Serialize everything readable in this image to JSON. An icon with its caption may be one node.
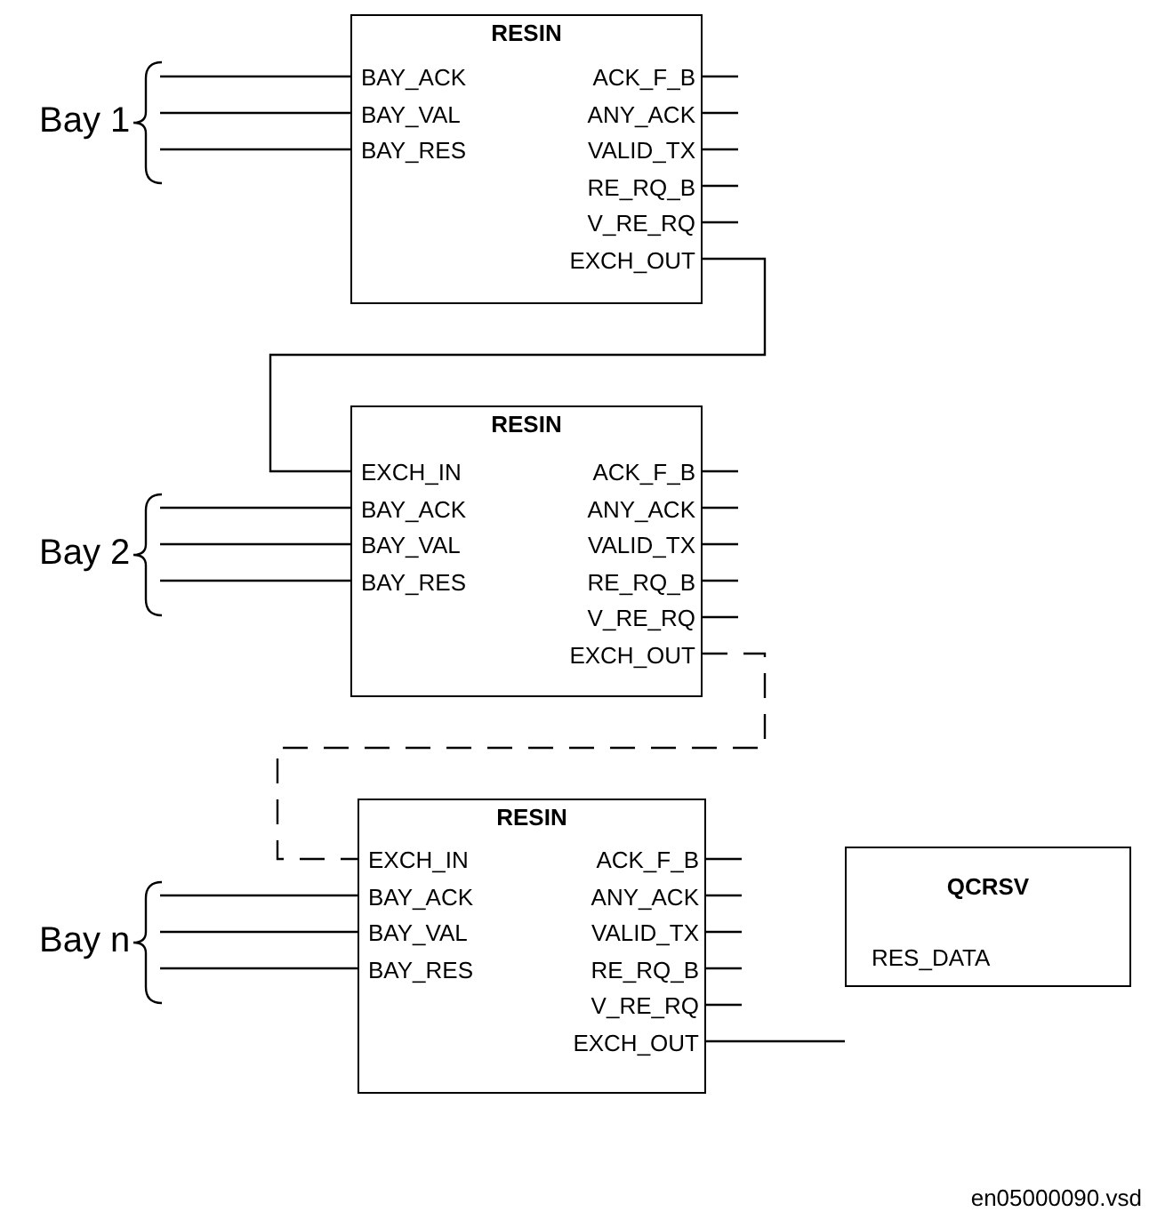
{
  "diagram": {
    "nodes": [
      {
        "text": [
          "RESIN",
          "BAY_ACK",
          "ACK_F_B",
          "BAY_VAL",
          "ANY_ACK",
          "BAY_RES",
          "VALID_TX",
          "RE_RQ_B",
          "V_RE_RQ",
          "EXCH_OUT"
        ]
      },
      {
        "text": [
          "Bay 1"
        ]
      },
      {
        "text": [
          "RESIN",
          "EXCH_IN",
          "ACK_F_B",
          "BAY_ACK",
          "ANY_ACK",
          "BAY_VAL",
          "VALID_TX",
          "BAY_RES",
          "RE_RQ_B",
          "V_RE_RQ",
          "EXCH_OUT"
        ]
      },
      {
        "text": [
          "Bay 2"
        ]
      },
      {
        "text": [
          "RESIN",
          "EXCH_IN",
          "ACK_F_B",
          "BAY_ACK",
          "ANY_ACK",
          "BAY_VAL",
          "VALID_TX",
          "BAY_RES",
          "RE_RQ_B",
          "V_RE_RQ",
          "EXCH_OUT"
        ]
      },
      {
        "text": [
          "Bay n"
        ]
      },
      {
        "text": [
          "QCRSV",
          "RES_DATA"
        ]
      }
    ],
    "edges": [
      {
        "from": 1,
        "to": 0,
        "arrow": "none"
      },
      {
        "from": 1,
        "to": 0,
        "arrow": "none"
      },
      {
        "from": 1,
        "to": 0,
        "arrow": "none"
      },
      {
        "from": 0,
        "to": null,
        "arrow": "none"
      },
      {
        "from": 0,
        "to": null,
        "arrow": "none"
      },
      {
        "from": 0,
        "to": null,
        "arrow": "none"
      },
      {
        "from": 0,
        "to": null,
        "arrow": "none"
      },
      {
        "from": 0,
        "to": null,
        "arrow": "none"
      },
      {
        "from": 0,
        "to": 2,
        "arrow": "none"
      },
      {
        "from": 3,
        "to": 2,
        "arrow": "none"
      },
      {
        "from": 3,
        "to": 2,
        "arrow": "none"
      },
      {
        "from": 3,
        "to": 2,
        "arrow": "none"
      },
      {
        "from": 2,
        "to": null,
        "arrow": "none"
      },
      {
        "from": 2,
        "to": null,
        "arrow": "none"
      },
      {
        "from": 2,
        "to": null,
        "arrow": "none"
      },
      {
        "from": 2,
        "to": null,
        "arrow": "none"
      },
      {
        "from": 2,
        "to": null,
        "arrow": "none"
      },
      {
        "from": 2,
        "to": 4,
        "arrow": "none",
        "style": "dashed"
      },
      {
        "from": 5,
        "to": 4,
        "arrow": "none"
      },
      {
        "from": 5,
        "to": 4,
        "arrow": "none"
      },
      {
        "from": 5,
        "to": 4,
        "arrow": "none"
      },
      {
        "from": 4,
        "to": null,
        "arrow": "none"
      },
      {
        "from": 4,
        "to": null,
        "arrow": "none"
      },
      {
        "from": 4,
        "to": null,
        "arrow": "none"
      },
      {
        "from": 4,
        "to": null,
        "arrow": "none"
      },
      {
        "from": 4,
        "to": null,
        "arrow": "none"
      },
      {
        "from": 4,
        "to": 6,
        "arrow": "none"
      }
    ],
    "labels": [
      "en05000090.vsd"
    ]
  }
}
